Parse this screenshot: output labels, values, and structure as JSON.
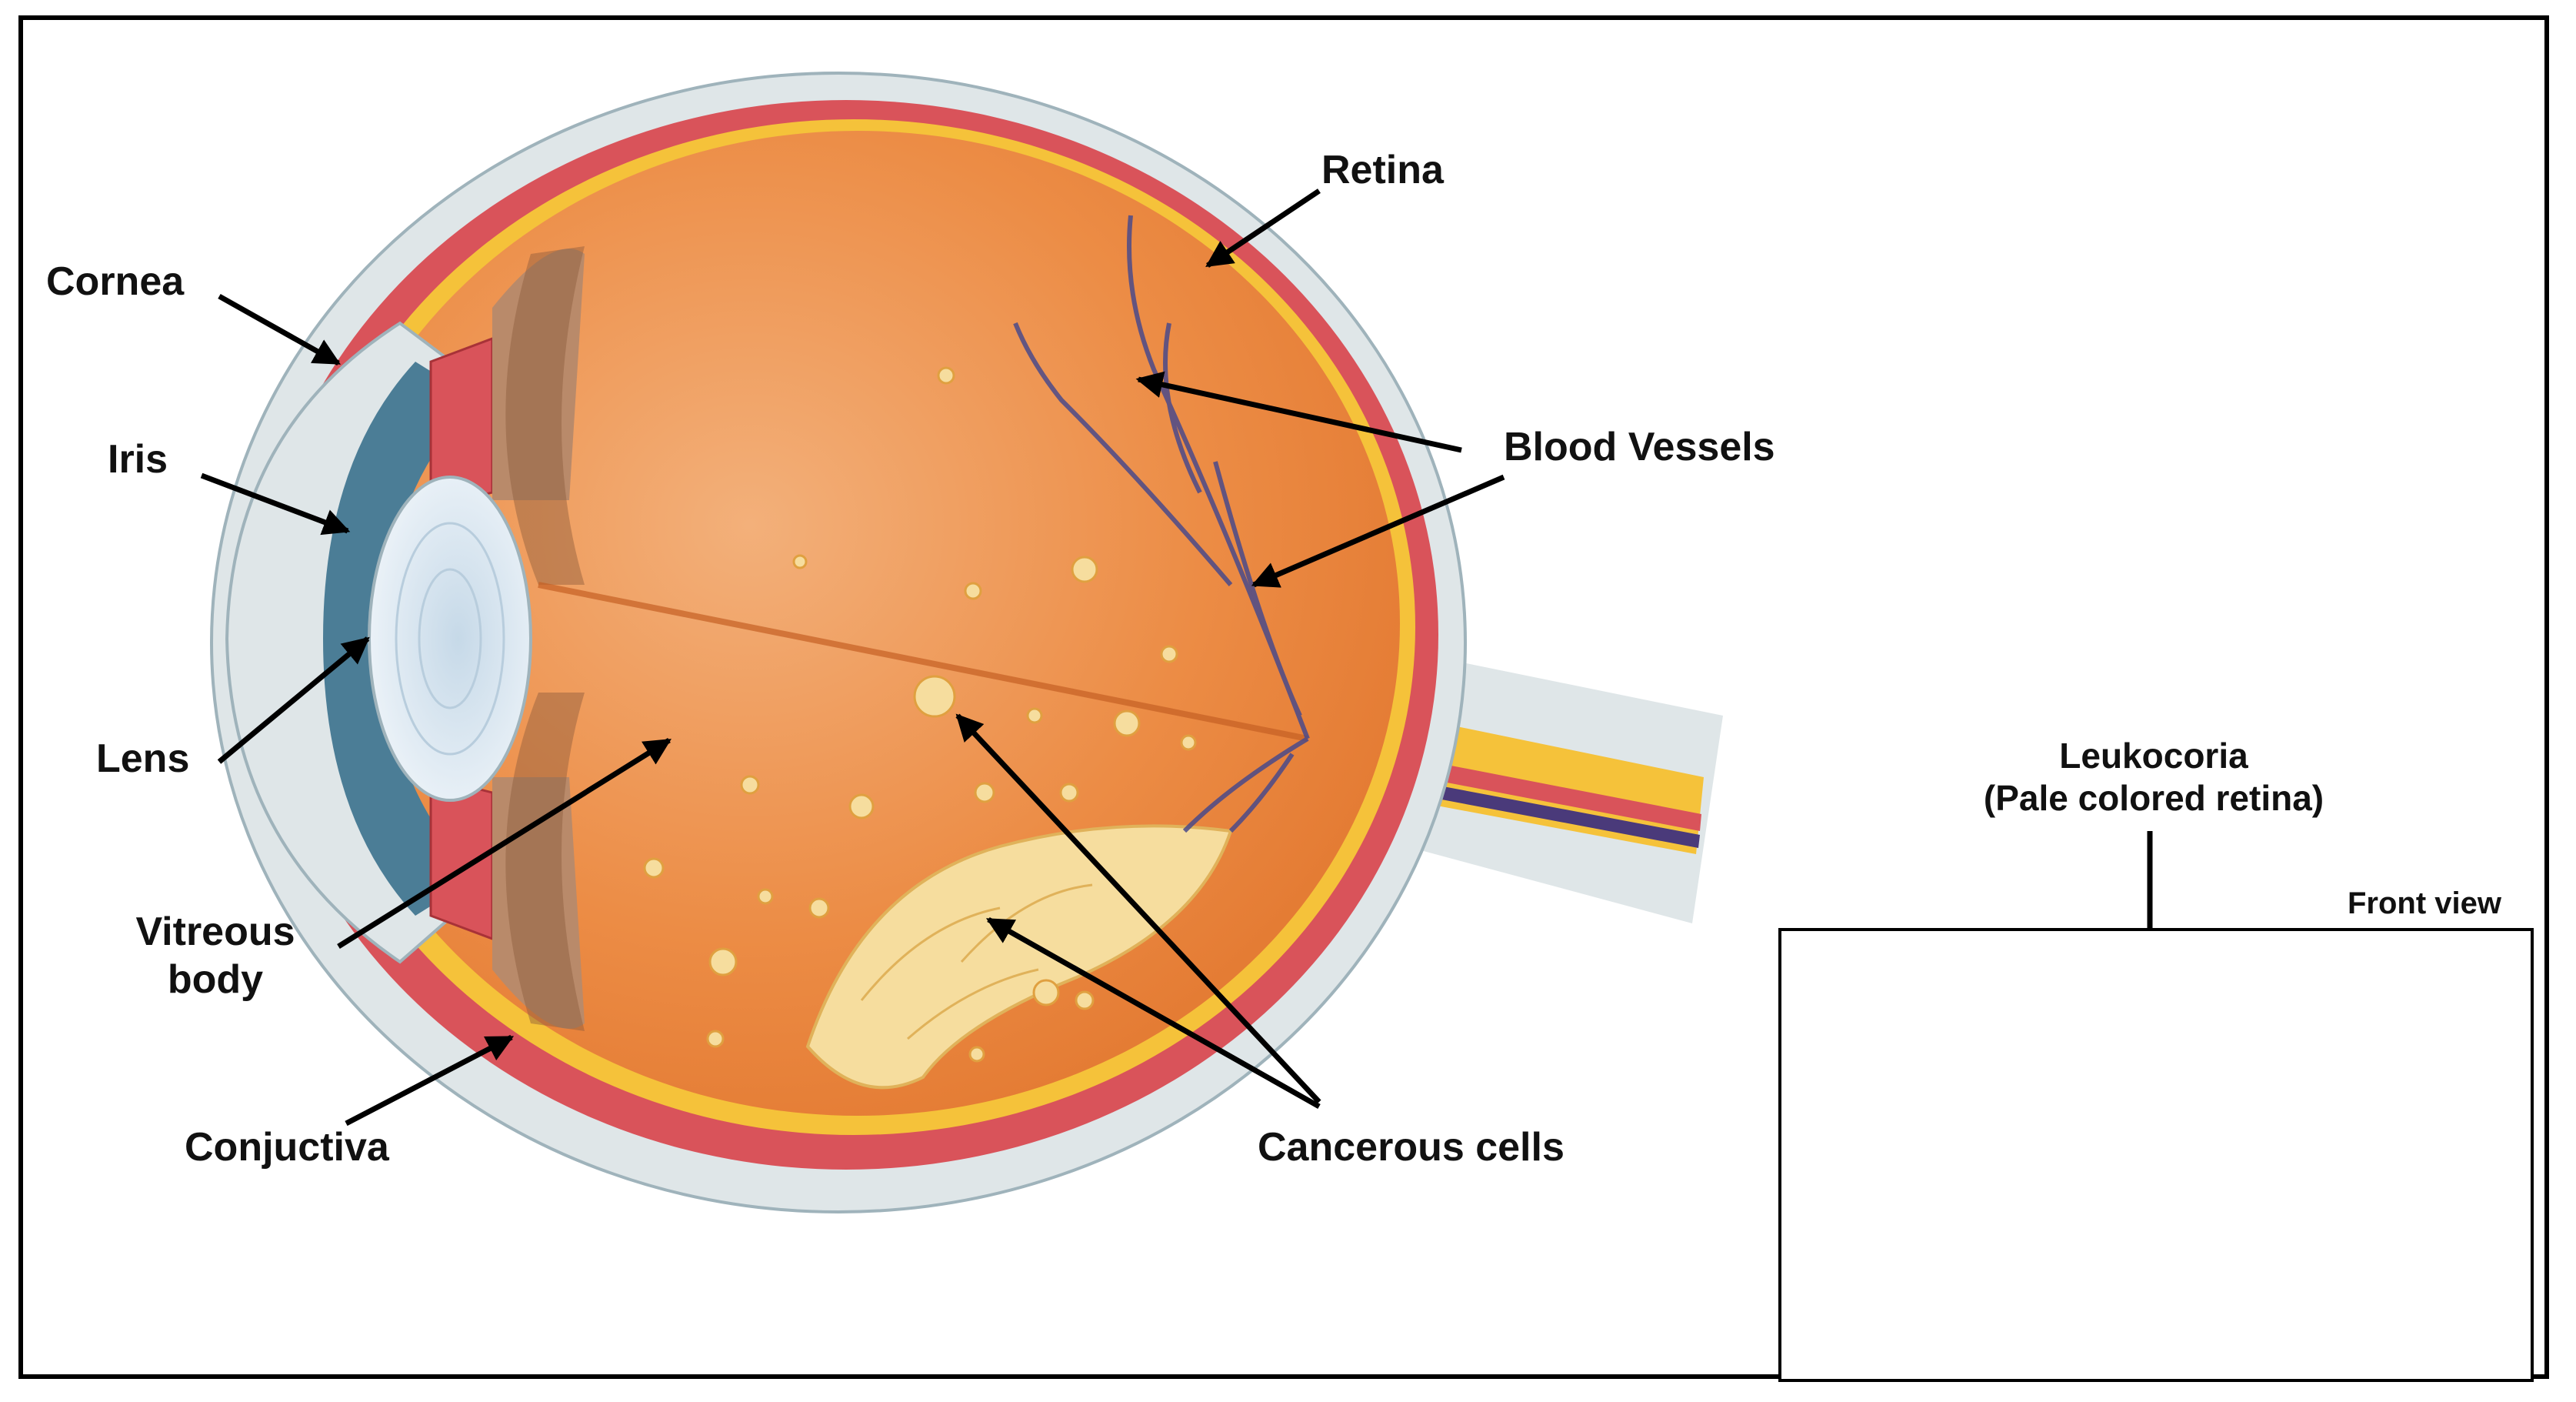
{
  "labels": {
    "cornea": "Cornea",
    "iris": "Iris",
    "lens": "Lens",
    "vitreous_line1": "Vitreous",
    "vitreous_line2": "body",
    "conjunctiva": "Conjuctiva",
    "retina": "Retina",
    "blood_vessels": "Blood Vessels",
    "cancerous_cells": "Cancerous cells",
    "leukocoria_line1": "Leukocoria",
    "leukocoria_line2": "(Pale colored retina)",
    "front_view": "Front view"
  },
  "colors": {
    "vitreous": "#ea8a40",
    "sclera_outer": "#dfe6e8",
    "choroid": "#d9535a",
    "retina": "#f5c23a",
    "iris": "#2f5f7a",
    "lens": "#dce9f2",
    "vessel": "#4a4a8a",
    "tumor": "#f6dd9e",
    "pupil_pale": "#a9a9a9",
    "iris_front": "#4a2a22"
  }
}
